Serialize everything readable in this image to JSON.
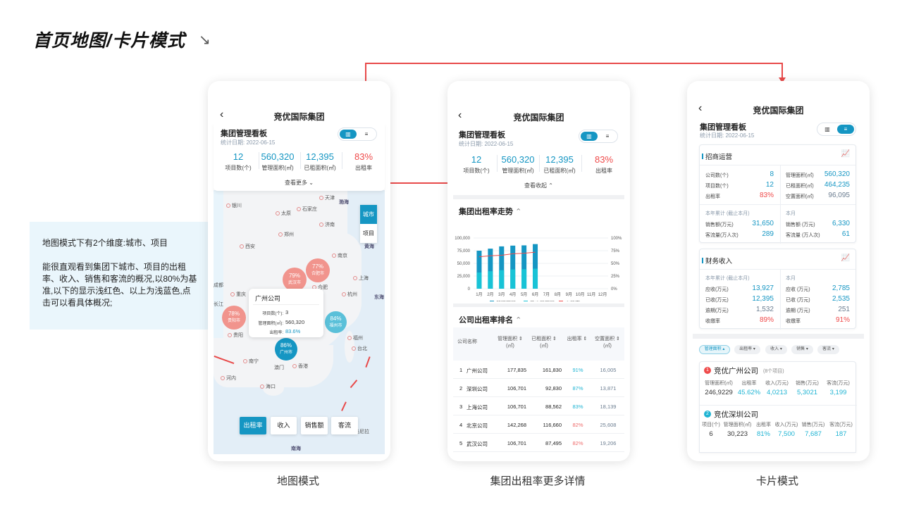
{
  "page": {
    "title": "首页地图/卡片模式",
    "title_arrow": "↘",
    "note": {
      "line1": "地图模式下有2个维度:城市、项目",
      "line2": "能很直观看到集团下城市、项目的出租率、收入、销售和客流的概况,以80%为基准,以下的显示浅红色、以上为浅蓝色,点击可以看具体概况;"
    },
    "captions": [
      "地图模式",
      "集团出租率更多详情",
      "卡片模式"
    ]
  },
  "colors": {
    "accent": "#1596c3",
    "light_blue": "#4fc0dc",
    "red": "#ef4b4b",
    "light_red": "#f08c86",
    "annotation": "#e84a4a"
  },
  "header": {
    "back_icon": "chevron-left",
    "title": "竞优国际集团",
    "board": "集团管理看板",
    "date": "统计日期: 2022-06-15",
    "toggle": {
      "map_icon": "map-icon",
      "list_icon": "list-icon"
    }
  },
  "stats": [
    {
      "value": "12",
      "label": "项目数(个)"
    },
    {
      "value": "560,320",
      "label": "管理面积(㎡)"
    },
    {
      "value": "12,395",
      "label": "已租面积(㎡)"
    },
    {
      "value": "83%",
      "label": "出租率"
    }
  ],
  "map_mode": {
    "more": "查看更多",
    "dimension": [
      "城市",
      "项目"
    ],
    "cities": [
      "银川",
      "天津",
      "石家庄",
      "太原",
      "济南",
      "西安",
      "郑州",
      "南京",
      "上海",
      "合肥",
      "重庆",
      "杭州",
      "长江",
      "贵阳",
      "福州",
      "台北",
      "南宁",
      "澳门",
      "香港",
      "海口",
      "河内",
      "马尼拉",
      "成都",
      "渤海",
      "黄海",
      "东海",
      "南海"
    ],
    "bubbles": [
      {
        "rate": "79%",
        "city": "武汉市"
      },
      {
        "rate": "77%",
        "city": "合肥市"
      },
      {
        "rate": "78%",
        "city": "贵阳市"
      },
      {
        "rate": "84%",
        "city": "福州市"
      },
      {
        "rate": "86%",
        "city": "广州市"
      }
    ],
    "tooltip": {
      "title": "广州公司",
      "rows": [
        {
          "label": "项目数(个):",
          "value": "3"
        },
        {
          "label": "管理面积(㎡):",
          "value": "560,320"
        },
        {
          "label": "出租率:",
          "value": "83.6%"
        }
      ]
    },
    "metrics": [
      "出租率",
      "收入",
      "销售额",
      "客流"
    ],
    "active_metric": "出租率"
  },
  "detail_mode": {
    "collapse": "查看收起",
    "trend_title": "集团出租率走势",
    "ranking_title": "公司出租率排名",
    "table": {
      "headers": [
        {
          "l1": "公司名称",
          "l2": ""
        },
        {
          "l1": "管理面积 ⇕",
          "l2": "(㎡)"
        },
        {
          "l1": "已租面积 ⇕",
          "l2": "(㎡)"
        },
        {
          "l1": "出租率 ⇕",
          "l2": ""
        },
        {
          "l1": "空置面积 ⇕",
          "l2": "(㎡)"
        }
      ],
      "rows": [
        [
          "1",
          "广州公司",
          "177,835",
          "161,830",
          "91%",
          "16,005"
        ],
        [
          "2",
          "深圳公司",
          "106,701",
          "92,830",
          "87%",
          "13,871"
        ],
        [
          "3",
          "上海公司",
          "106,701",
          "88,562",
          "83%",
          "18,139"
        ],
        [
          "4",
          "北京公司",
          "142,268",
          "116,660",
          "82%",
          "25,608"
        ],
        [
          "5",
          "武汉公司",
          "106,701",
          "87,495",
          "82%",
          "19,206"
        ]
      ]
    }
  },
  "chart_data": {
    "type": "bar",
    "categories": [
      "1月",
      "2月",
      "3月",
      "4月",
      "5月",
      "6月",
      "7月",
      "8月",
      "9月",
      "10月",
      "11月",
      "12月"
    ],
    "series": [
      {
        "name": "管理面积",
        "type": "bar",
        "axis": "left",
        "color": "#1596c3",
        "values": [
          75000,
          79000,
          83500,
          85000,
          85500,
          88000,
          null,
          null,
          null,
          null,
          null,
          null
        ]
      },
      {
        "name": "已出租面积",
        "type": "bar",
        "axis": "left",
        "color": "#18c3d6",
        "values": [
          32000,
          34500,
          36500,
          38000,
          38500,
          39500,
          null,
          null,
          null,
          null,
          null,
          null
        ]
      },
      {
        "name": "出租率",
        "type": "line",
        "axis": "right",
        "color": "#ef4b4b",
        "values": [
          63,
          65,
          66,
          69,
          70,
          72,
          null,
          null,
          null,
          null,
          null,
          null
        ]
      }
    ],
    "ylim": [
      0,
      100000
    ],
    "yticks": [
      "100,000",
      "75,000",
      "50,000",
      "25,000",
      "0"
    ],
    "y2lim": [
      0,
      100
    ],
    "y2ticks": [
      "100%",
      "75%",
      "50%",
      "25%",
      "0%"
    ],
    "grid": true,
    "legend": "bottom"
  },
  "card_mode": {
    "ops": {
      "title": "招商运营",
      "icon": "trend-chart-icon",
      "left": [
        {
          "k": "公司数(个)",
          "v": "8"
        },
        {
          "k": "项目数(个)",
          "v": "12"
        },
        {
          "k": "出租率",
          "v": "83%"
        }
      ],
      "right": [
        {
          "k": "管理面积(㎡)",
          "v": "560,320"
        },
        {
          "k": "已租面积(㎡)",
          "v": "464,235"
        },
        {
          "k": "空置面积(㎡)",
          "v": "96,095"
        }
      ],
      "ytd": "本年累计 (截止本月)",
      "month": "本月",
      "ytd_rows": [
        {
          "k": "销售额(万元)",
          "v": "31,650"
        },
        {
          "k": "客流量(万人次)",
          "v": "289"
        }
      ],
      "month_rows": [
        {
          "k": "销售额 (万元)",
          "v": "6,330"
        },
        {
          "k": "客流量 (万人次)",
          "v": "61"
        }
      ]
    },
    "finance": {
      "title": "财务收入",
      "ytd": "本年累计 (截止本月)",
      "month": "本月",
      "ytd_rows": [
        {
          "k": "应收(万元)",
          "v": "13,927"
        },
        {
          "k": "已收(万元)",
          "v": "12,395"
        },
        {
          "k": "逾期(万元)",
          "v": "1,532"
        },
        {
          "k": "收缴率",
          "v": "89%"
        }
      ],
      "month_rows": [
        {
          "k": "应收 (万元)",
          "v": "2,785"
        },
        {
          "k": "已收 (万元)",
          "v": "2,535"
        },
        {
          "k": "逾期 (万元)",
          "v": "251"
        },
        {
          "k": "收缴率",
          "v": "91%"
        }
      ]
    },
    "filters": [
      "管理面积 ▴",
      "出租率 ▾",
      "收入 ▾",
      "销售 ▾",
      "客流 ▾"
    ],
    "companies": [
      {
        "rank": "1",
        "name": "竞优广州公司",
        "count": "(8个项目)",
        "labels": [
          "管理面积(㎡)",
          "出租率",
          "收入(万元)",
          "销售(万元)",
          "客流(万元)"
        ],
        "values": [
          "246,9229",
          "45.62%",
          "4,0213",
          "5,3021",
          "3,199"
        ]
      },
      {
        "rank": "2",
        "name": "竞优深圳公司",
        "labels": [
          "项目(个)",
          "管理面积(㎡)",
          "出租率",
          "收入(万元)",
          "销售(万元)",
          "客流(万元)"
        ],
        "values": [
          "6",
          "30,223",
          "81%",
          "7,500",
          "7,687",
          "187"
        ]
      }
    ]
  }
}
